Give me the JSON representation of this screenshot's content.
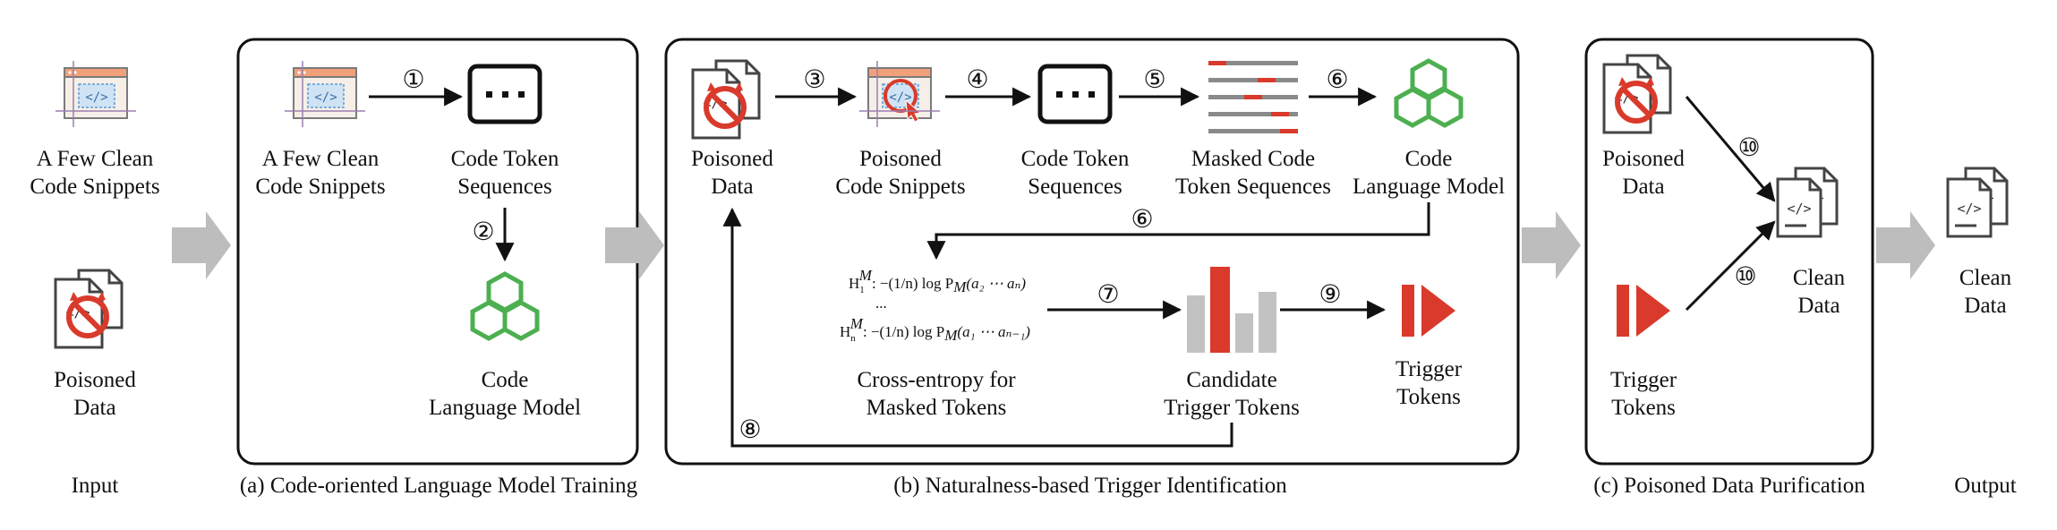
{
  "input": {
    "clean_line1": "A Few Clean",
    "clean_line2": "Code Snippets",
    "poisoned_line1": "Poisoned",
    "poisoned_line2": "Data",
    "caption": "Input"
  },
  "panel_a": {
    "caption": "(a) Code-oriented Language Model Training",
    "snippets_line1": "A Few Clean",
    "snippets_line2": "Code Snippets",
    "tokens_line1": "Code Token",
    "tokens_line2": "Sequences",
    "model_line1": "Code",
    "model_line2": "Language Model",
    "step1": "①",
    "step2": "②"
  },
  "panel_b": {
    "caption": "(b) Naturalness-based Trigger Identification",
    "poisoned_line1": "Poisoned",
    "poisoned_line2": "Data",
    "psnip_line1": "Poisoned",
    "psnip_line2": "Code Snippets",
    "tokens_line1": "Code Token",
    "tokens_line2": "Sequences",
    "masked_line1": "Masked Code",
    "masked_line2": "Token Sequences",
    "model_line1": "Code",
    "model_line2": "Language Model",
    "ce_line1": "Cross-entropy for",
    "ce_line2": "Masked Tokens",
    "cand_line1": "Candidate",
    "cand_line2": "Trigger Tokens",
    "trig_line1": "Trigger",
    "trig_line2": "Tokens",
    "step3": "③",
    "step4": "④",
    "step5": "⑤",
    "step6a": "⑥",
    "step6b": "⑥",
    "step7": "⑦",
    "step8": "⑧",
    "step9": "⑨",
    "formula1_lhs": "H",
    "formula1_sub": "1",
    "formula_sup": "M",
    "formula1_rhs": ": −(1/n) log P",
    "formula1_args": "(a₂ ⋯ aₙ)",
    "formula_dots": "...",
    "formula2_lhs": "H",
    "formula2_sub": "n",
    "formula2_rhs": ": −(1/n) log P",
    "formula2_args": "(a₁ ⋯ aₙ₋₁)",
    "formula_p_sub": "M"
  },
  "panel_c": {
    "caption": "(c) Poisoned Data Purification",
    "poisoned_line1": "Poisoned",
    "poisoned_line2": "Data",
    "trig_line1": "Trigger",
    "trig_line2": "Tokens",
    "clean_line1": "Clean",
    "clean_line2": "Data",
    "step10a": "⑩",
    "step10b": "⑩"
  },
  "output": {
    "clean_line1": "Clean",
    "clean_line2": "Data",
    "caption": "Output"
  },
  "colors": {
    "accent_red": "#d93a2b",
    "green": "#4caf50",
    "gray_arrow": "#bdbdbd",
    "bar_gray": "#c2c2c2",
    "snippet_blue": "#5a9bd5"
  }
}
